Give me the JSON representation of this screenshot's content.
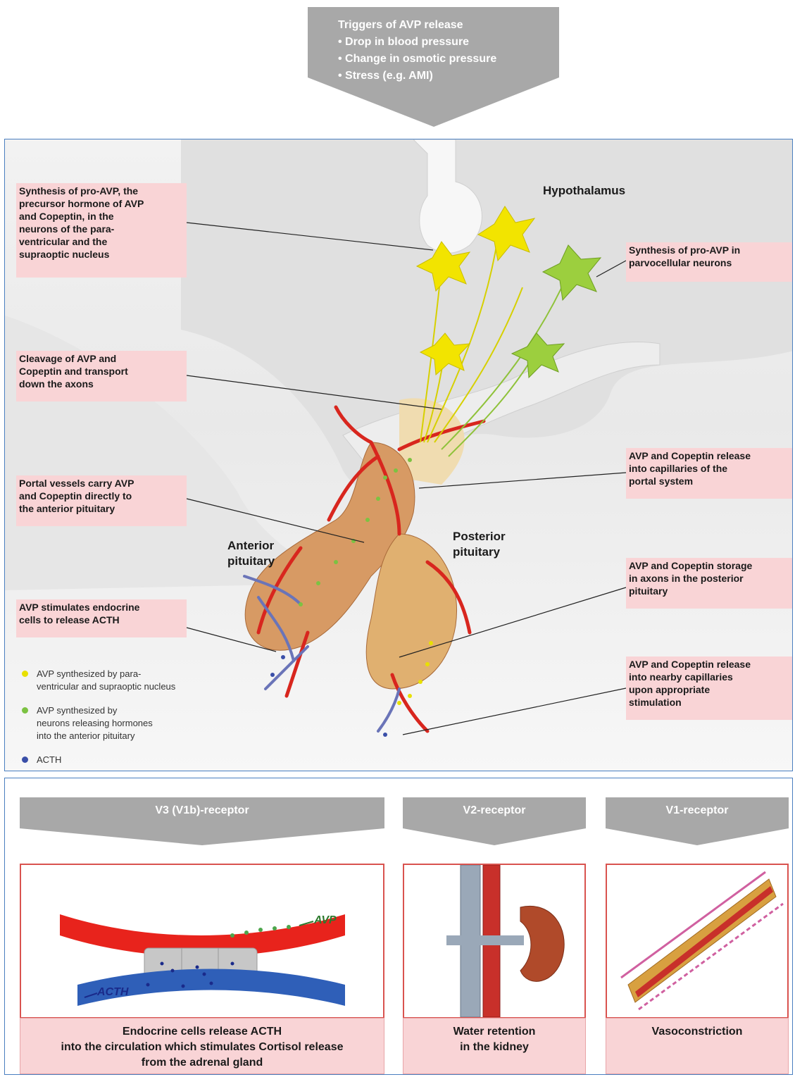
{
  "triggers": {
    "title": "Triggers of AVP release",
    "items": [
      "• Drop in blood pressure",
      "• Change in osmotic pressure",
      "• Stress (e.g.  AMI)"
    ]
  },
  "regions": {
    "hypothalamus": "Hypothalamus",
    "anterior_1": "Anterior",
    "anterior_2": "pituitary",
    "posterior_1": "Posterior",
    "posterior_2": "pituitary"
  },
  "callouts_left": [
    {
      "lines": [
        "Synthesis of pro-AVP, the",
        "precursor hormone of AVP",
        "and Copeptin, in the",
        "neurons of the para-",
        "ventricular and the",
        "supraoptic nucleus"
      ]
    },
    {
      "lines": [
        "Cleavage of AVP and",
        "Copeptin and transport",
        "down the axons"
      ]
    },
    {
      "lines": [
        "Portal vessels carry AVP",
        "and Copeptin directly to",
        "the anterior pituitary"
      ]
    },
    {
      "lines": [
        "AVP stimulates endocrine",
        "cells to release ACTH"
      ]
    }
  ],
  "callouts_right": [
    {
      "lines": [
        "Synthesis of pro-AVP in",
        "parvocellular neurons"
      ]
    },
    {
      "lines": [
        "AVP and Copeptin release",
        "into capillaries of the",
        "portal system"
      ]
    },
    {
      "lines": [
        "AVP and Copeptin storage",
        "in axons in the posterior",
        "pituitary"
      ]
    },
    {
      "lines": [
        "AVP and Copeptin release",
        "into nearby capillaries",
        "upon appropriate",
        "stimulation"
      ]
    }
  ],
  "legend": [
    {
      "color": "#e8e000",
      "lines": [
        "AVP synthesized by para-",
        "ventricular and supraoptic nucleus"
      ]
    },
    {
      "color": "#7cc242",
      "lines": [
        "AVP synthesized by",
        "neurons releasing hormones",
        "into the anterior pituitary"
      ]
    },
    {
      "color": "#3a4fa8",
      "lines": [
        "ACTH"
      ]
    }
  ],
  "receptors": [
    {
      "name": "V3 (V1b)-receptor",
      "caption": [
        "Endocrine cells release ACTH",
        "into the circulation which stimulates Cortisol release",
        "from the adrenal gland"
      ]
    },
    {
      "name": "V2-receptor",
      "caption": [
        "Water retention",
        "in the kidney"
      ]
    },
    {
      "name": "V1-receptor",
      "caption": [
        "Vasoconstriction"
      ]
    }
  ],
  "illustration_labels": {
    "avp": "AVP",
    "acth": "ACTH"
  },
  "colors": {
    "banner_gray": "#a8a8a8",
    "callout_pink": "#f9d4d6",
    "panel_border": "#4a7fc0",
    "box_border": "#d9534f",
    "vessel_red": "#d8261e",
    "vessel_blue": "#2f5fb8"
  }
}
